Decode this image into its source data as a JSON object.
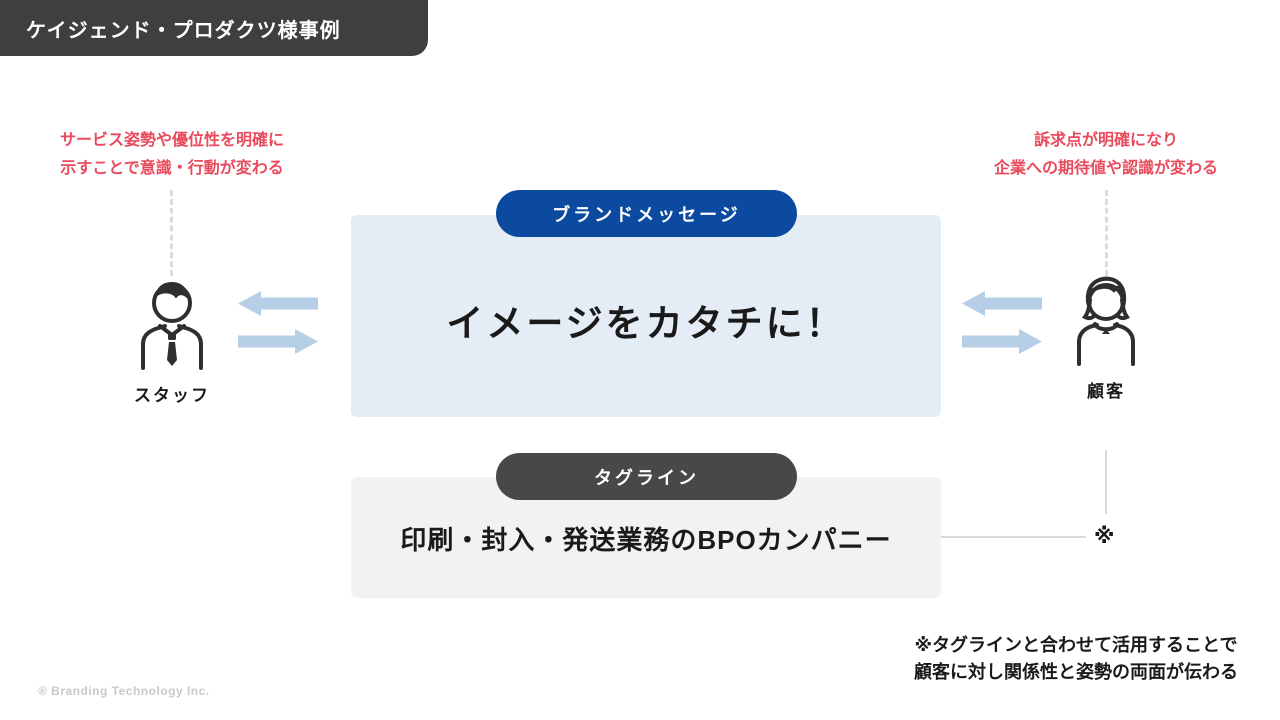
{
  "header": {
    "title": "ケイジェンド・プロダクツ様事例"
  },
  "notes": {
    "staff_side": {
      "line1": "サービス姿勢や優位性を明確に",
      "line2": "示すことで意識・行動が変わる"
    },
    "customer_side": {
      "line1": "訴求点が明確になり",
      "line2": "企業への期待値や認識が変わる"
    }
  },
  "brand": {
    "badge_label": "ブランドメッセージ",
    "message": "イメージをカタチに！"
  },
  "tagline": {
    "badge_label": "タグライン",
    "text": "印刷・封入・発送業務のBPOカンパニー"
  },
  "actors": {
    "staff_label": "スタッフ",
    "customer_label": "顧客"
  },
  "footnote": {
    "marker": "※",
    "line1": "※タグラインと合わせて活用することで",
    "line2": "顧客に対し関係性と姿勢の両面が伝わる"
  },
  "watermark": "® Branding Technology Inc.",
  "colors": {
    "header_bg": "#3f3f3f",
    "brand_pill": "#0b4a9e",
    "brand_box": "#e4ecf6",
    "tagline_pill": "#484848",
    "tagline_box": "#f2f2f2",
    "arrow": "#b7cee7",
    "note_red": "#e94b5c",
    "connector_gray": "#d9d9d9"
  }
}
